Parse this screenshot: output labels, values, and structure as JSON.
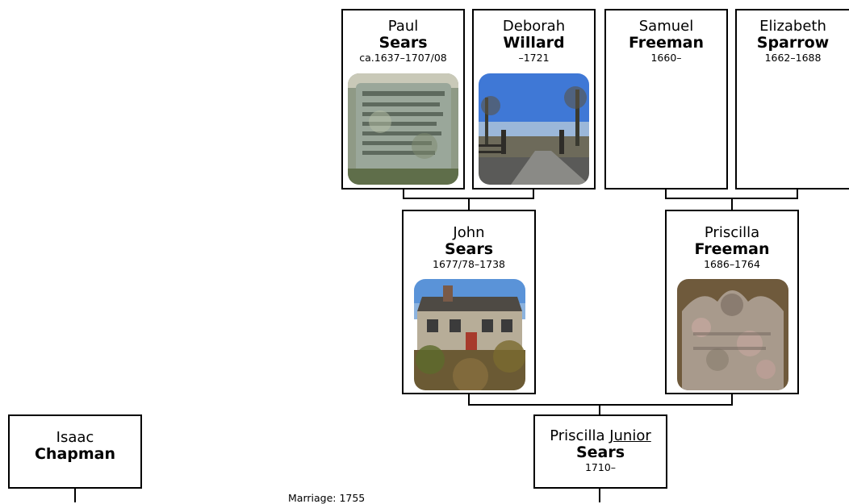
{
  "people": {
    "paul_sears": {
      "given": "Paul",
      "surname": "Sears",
      "dates": "ca.1637–1707/08",
      "photo": "gravestone-photo"
    },
    "deborah_willard": {
      "given": "Deborah",
      "surname": "Willard",
      "dates": "–1721",
      "photo": "cemetery-gate-photo"
    },
    "samuel_freeman": {
      "given": "Samuel",
      "surname": "Freeman",
      "dates": "1660–"
    },
    "elizabeth_sparrow": {
      "given": "Elizabeth",
      "surname": "Sparrow",
      "dates": "1662–1688"
    },
    "john_sears": {
      "given": "John",
      "surname": "Sears",
      "dates": "1677/78–1738",
      "photo": "house-photo"
    },
    "priscilla_freeman": {
      "given": "Priscilla",
      "surname": "Freeman",
      "dates": "1686–1764",
      "photo": "gravestone-photo"
    },
    "priscilla_junior_sears": {
      "given": "Priscilla",
      "nickname": "Junior",
      "surname": "Sears",
      "dates": "1710–"
    },
    "isaac_chapman": {
      "given": "Isaac",
      "surname": "Chapman"
    }
  },
  "marriage_label": "Marriage: 1755"
}
